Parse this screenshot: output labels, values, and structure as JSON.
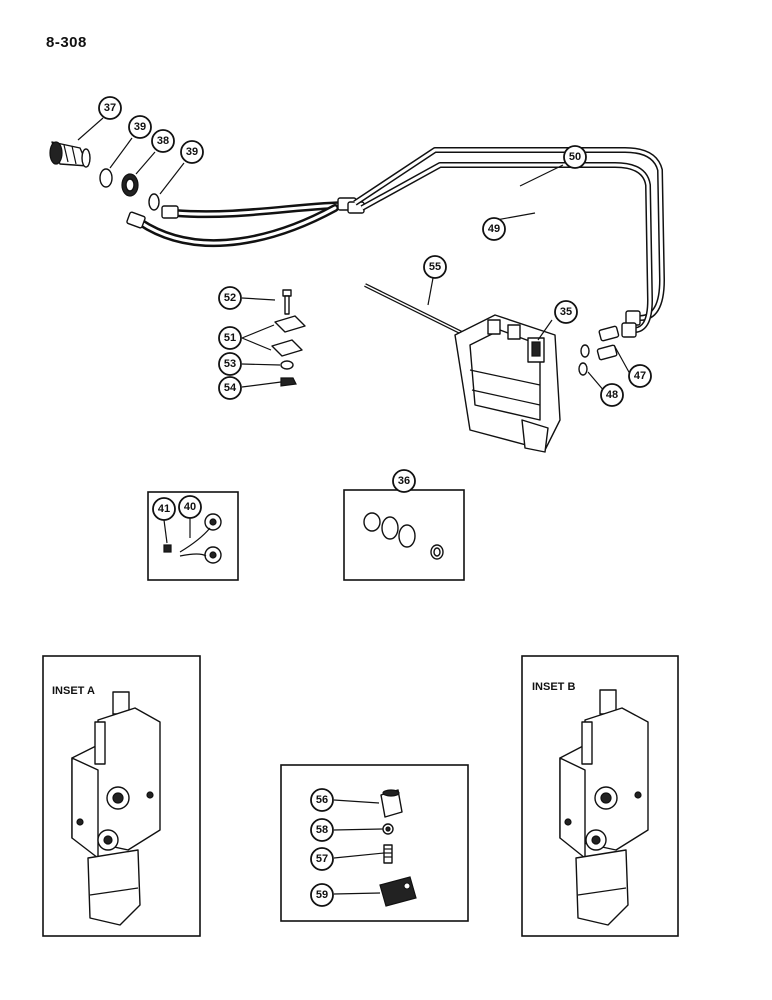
{
  "page": {
    "number": "8-308"
  },
  "insets": {
    "a_label": "INSET A",
    "b_label": "INSET B"
  },
  "callouts": {
    "c37": "37",
    "c39a": "39",
    "c38": "38",
    "c39b": "39",
    "c50": "50",
    "c49": "49",
    "c55": "55",
    "c35": "35",
    "c52": "52",
    "c51": "51",
    "c53": "53",
    "c54": "54",
    "c47": "47",
    "c48": "48",
    "c41": "41",
    "c40": "40",
    "c36": "36",
    "c56": "56",
    "c58": "58",
    "c57": "57",
    "c59": "59"
  }
}
